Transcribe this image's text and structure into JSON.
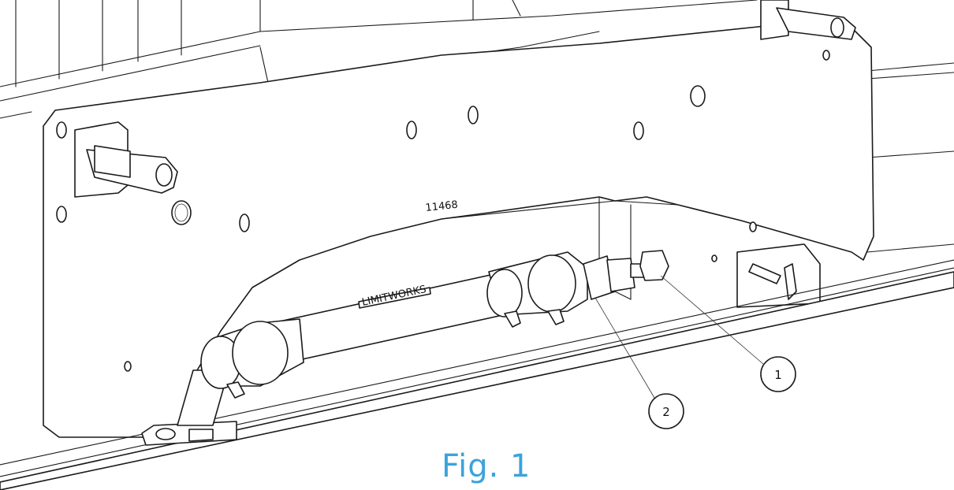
{
  "figure": {
    "caption": "Fig. 1",
    "caption_color": "#3ba3dc",
    "part_number_marking": "11468",
    "cylinder_label": "LIMITWORKS",
    "callouts": [
      {
        "number": "1"
      },
      {
        "number": "2"
      }
    ]
  }
}
